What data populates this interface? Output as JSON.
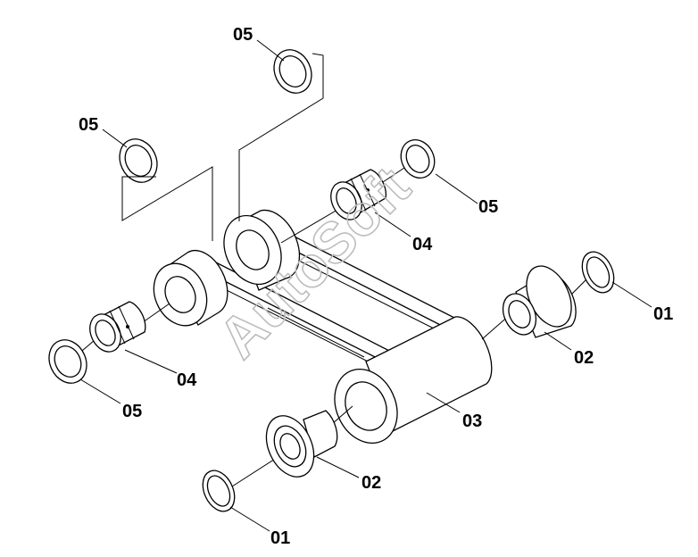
{
  "diagram": {
    "watermark": "AutoSoft",
    "labels": {
      "l01a": "01",
      "l01b": "01",
      "l02a": "02",
      "l02b": "02",
      "l03": "03",
      "l04a": "04",
      "l04b": "04",
      "l05a": "05",
      "l05b": "05",
      "l05c": "05",
      "l05d": "05"
    }
  }
}
